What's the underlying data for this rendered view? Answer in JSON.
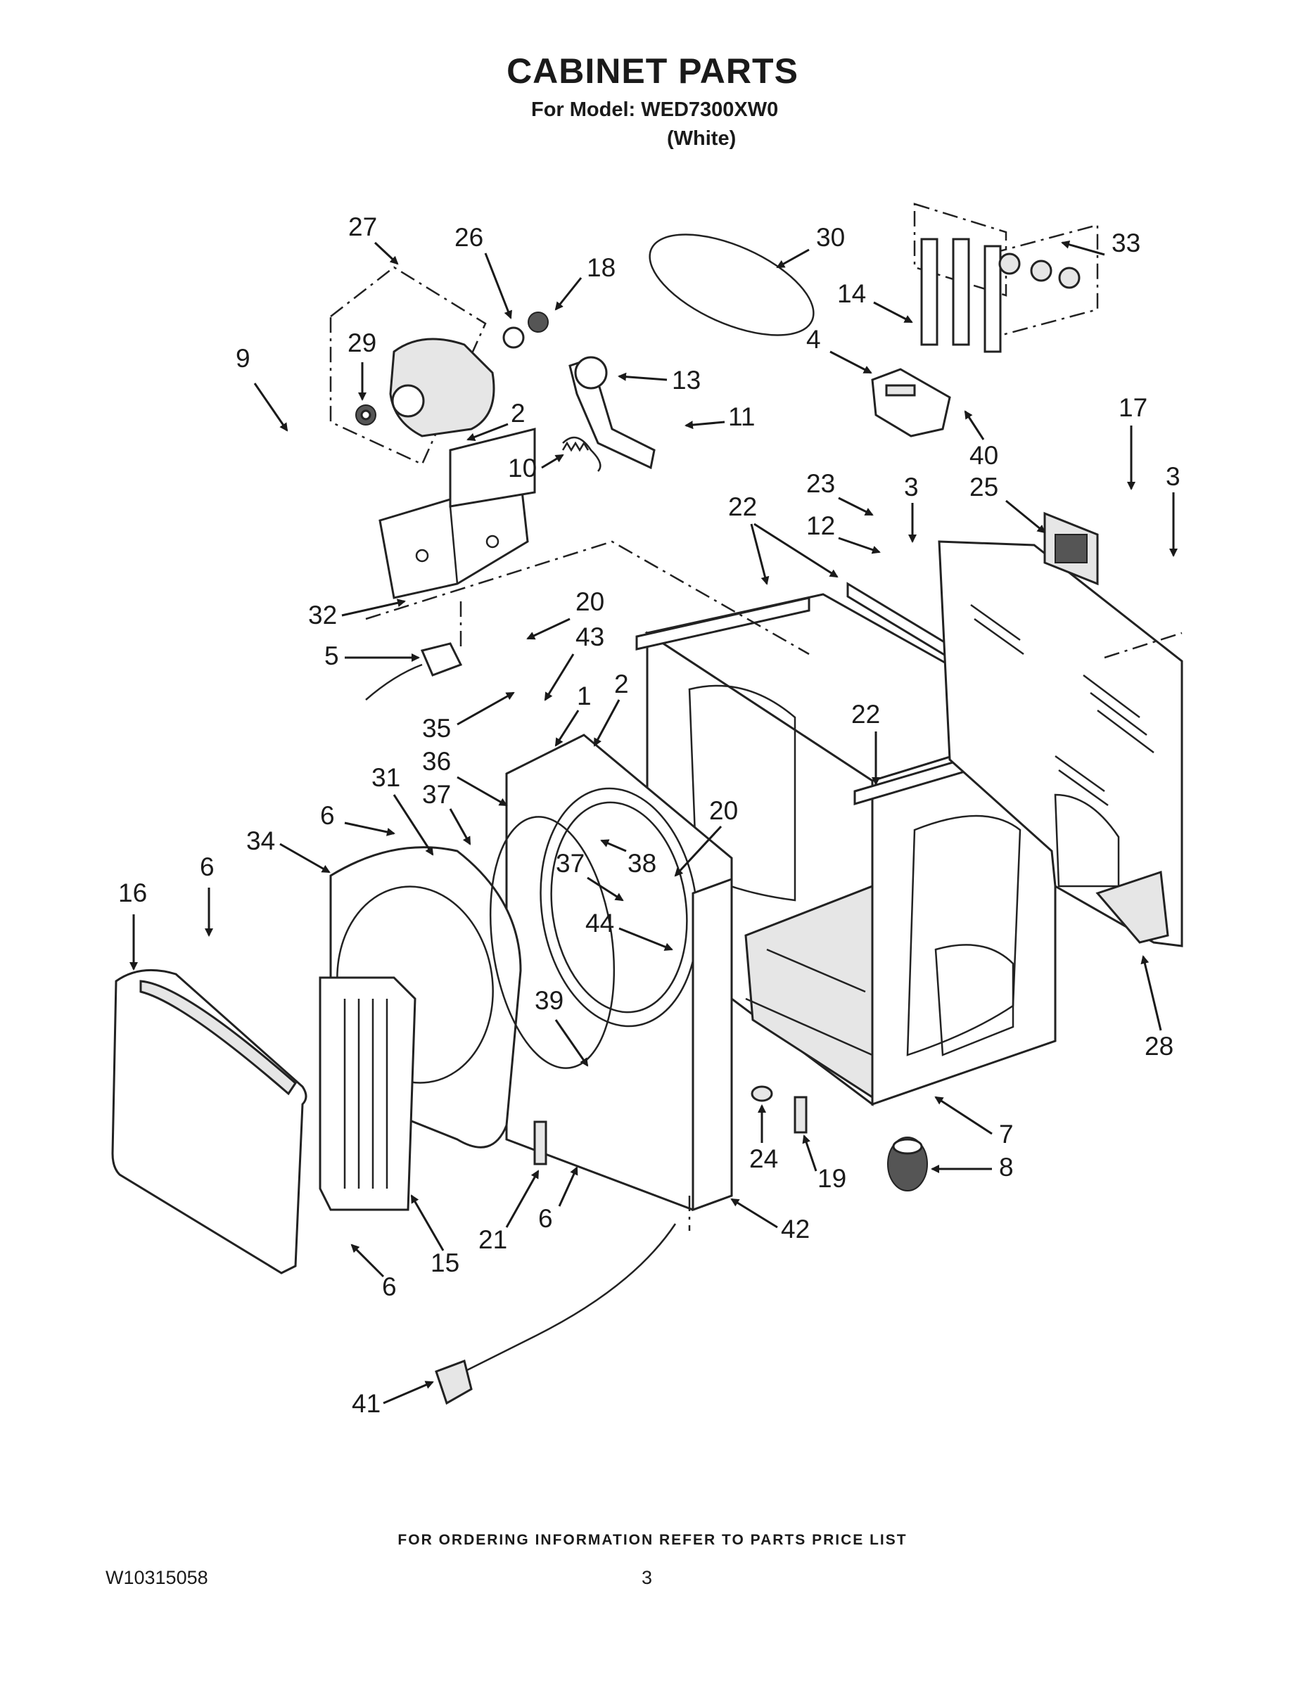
{
  "header": {
    "title": "CABINET PARTS",
    "model_line": "For Model: WED7300XW0",
    "variant": "(White)"
  },
  "footer": {
    "ordering_note": "FOR ORDERING INFORMATION REFER TO PARTS PRICE LIST",
    "document_number": "W10315058",
    "page_number": "3"
  },
  "callouts": [
    {
      "id": "c27",
      "label": "27"
    },
    {
      "id": "c26",
      "label": "26"
    },
    {
      "id": "c18",
      "label": "18"
    },
    {
      "id": "c30",
      "label": "30"
    },
    {
      "id": "c33",
      "label": "33"
    },
    {
      "id": "c14",
      "label": "14"
    },
    {
      "id": "c4",
      "label": "4"
    },
    {
      "id": "c9",
      "label": "9"
    },
    {
      "id": "c29",
      "label": "29"
    },
    {
      "id": "c13",
      "label": "13"
    },
    {
      "id": "c2a",
      "label": "2"
    },
    {
      "id": "c11",
      "label": "11"
    },
    {
      "id": "c10",
      "label": "10"
    },
    {
      "id": "c40",
      "label": "40"
    },
    {
      "id": "c17",
      "label": "17"
    },
    {
      "id": "c3a",
      "label": "3"
    },
    {
      "id": "c23",
      "label": "23"
    },
    {
      "id": "c3b",
      "label": "3"
    },
    {
      "id": "c22a",
      "label": "22"
    },
    {
      "id": "c25",
      "label": "25"
    },
    {
      "id": "c12",
      "label": "12"
    },
    {
      "id": "c32",
      "label": "32"
    },
    {
      "id": "c20a",
      "label": "20"
    },
    {
      "id": "c43",
      "label": "43"
    },
    {
      "id": "c5",
      "label": "5"
    },
    {
      "id": "c1",
      "label": "1"
    },
    {
      "id": "c2b",
      "label": "2"
    },
    {
      "id": "c35",
      "label": "35"
    },
    {
      "id": "c22b",
      "label": "22"
    },
    {
      "id": "c36",
      "label": "36"
    },
    {
      "id": "c31",
      "label": "31"
    },
    {
      "id": "c37a",
      "label": "37"
    },
    {
      "id": "c6a",
      "label": "6"
    },
    {
      "id": "c34",
      "label": "34"
    },
    {
      "id": "c20b",
      "label": "20"
    },
    {
      "id": "c38",
      "label": "38"
    },
    {
      "id": "c6b",
      "label": "6"
    },
    {
      "id": "c37b",
      "label": "37"
    },
    {
      "id": "c16",
      "label": "16"
    },
    {
      "id": "c44",
      "label": "44"
    },
    {
      "id": "c39",
      "label": "39"
    },
    {
      "id": "c28",
      "label": "28"
    },
    {
      "id": "c7",
      "label": "7"
    },
    {
      "id": "c24",
      "label": "24"
    },
    {
      "id": "c8",
      "label": "8"
    },
    {
      "id": "c19",
      "label": "19"
    },
    {
      "id": "c21",
      "label": "21"
    },
    {
      "id": "c6c",
      "label": "6"
    },
    {
      "id": "c42",
      "label": "42"
    },
    {
      "id": "c15",
      "label": "15"
    },
    {
      "id": "c6d",
      "label": "6"
    },
    {
      "id": "c41",
      "label": "41"
    }
  ]
}
